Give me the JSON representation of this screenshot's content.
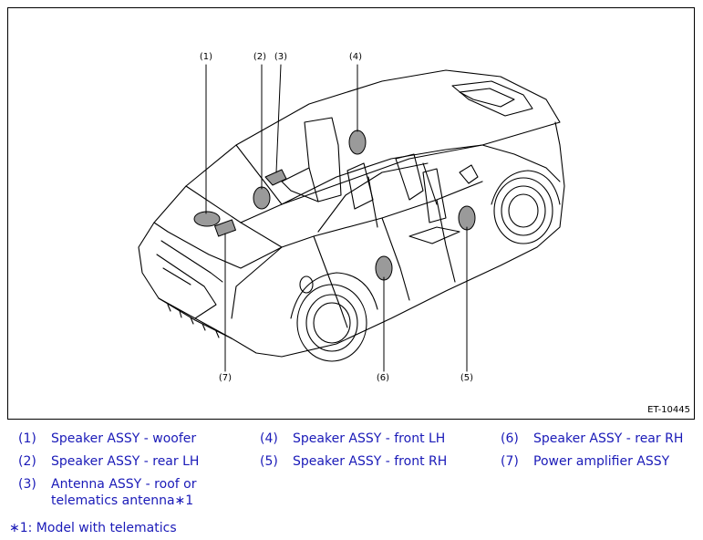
{
  "figure": {
    "code": "ET-10445",
    "callouts": [
      "(1)",
      "(2)",
      "(3)",
      "(4)",
      "(5)",
      "(6)",
      "(7)"
    ]
  },
  "legend": {
    "items": [
      {
        "num": "(1)",
        "label": "Speaker ASSY - woofer"
      },
      {
        "num": "(2)",
        "label": "Speaker ASSY - rear LH"
      },
      {
        "num": "(3)",
        "label": "Antenna ASSY - roof or",
        "label_cont": "telematics antenna∗1"
      },
      {
        "num": "(4)",
        "label": "Speaker ASSY - front LH"
      },
      {
        "num": "(5)",
        "label": "Speaker ASSY - front RH"
      },
      {
        "num": "(6)",
        "label": "Speaker ASSY - rear RH"
      },
      {
        "num": "(7)",
        "label": "Power amplifier ASSY"
      }
    ],
    "footnote": "∗1: Model with telematics"
  },
  "colors": {
    "legend_text": "#1a1ab8",
    "component_fill": "#9a9a9a"
  }
}
